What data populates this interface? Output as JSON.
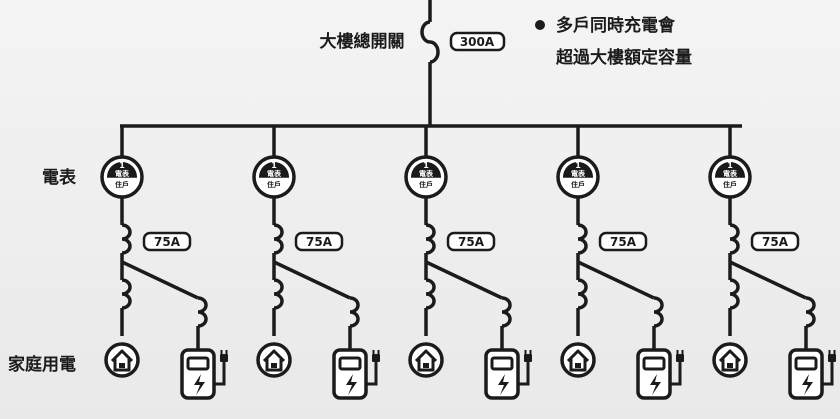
{
  "main_switch": {
    "label": "大樓總開關",
    "rating": "300A"
  },
  "note": {
    "line1": "多戶同時充電會",
    "line2": "超過大樓額定容量"
  },
  "row_labels": {
    "meter": "電表",
    "home": "家庭用電"
  },
  "meter": {
    "number": "1",
    "top": "電表",
    "bottom": "住戶"
  },
  "units": [
    {
      "breaker": "75A"
    },
    {
      "breaker": "75A"
    },
    {
      "breaker": "75A"
    },
    {
      "breaker": "75A"
    },
    {
      "breaker": "75A"
    }
  ],
  "icons": {
    "home": "house-icon",
    "charger": "ev-charger-icon"
  },
  "colors": {
    "ink": "#1b1b1b",
    "background": "#efefef"
  }
}
